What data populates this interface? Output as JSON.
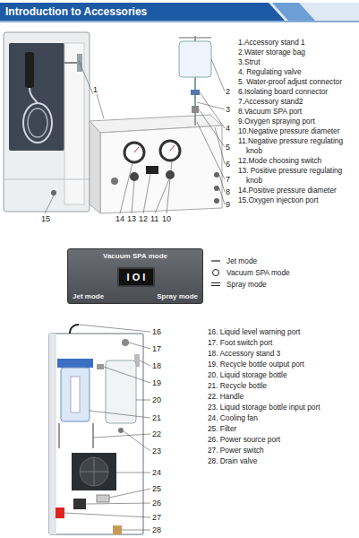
{
  "diagram": {
    "title": "Introduction to Accessories",
    "nodes": [
      {
        "text": [
          "Vacuum SPA mode",
          "Jet mode",
          "Spray mode"
        ]
      },
      {
        "text": [
          "I O I"
        ],
        "in": 0
      }
    ],
    "labels": [
      "1.Accessory stand 1",
      "2.Water storage bag",
      "3.Strut",
      "4. Regulating valve",
      "5. Water-proof adjust connector",
      "6.Isolating board connector",
      "7.Accessory stand2",
      "8.Vacuum SPA port",
      "9.Oxygen spraying port",
      "10.Negative pressure diameter",
      "11.Negative pressure regulating knob",
      "12.Mode choosing switch",
      "13. Positive pressure regulating knob",
      "14.Positive pressure diameter",
      "15.Oxygen injection port",
      "1",
      "2",
      "3",
      "4",
      "5",
      "6",
      "7",
      "8",
      "9",
      "15",
      "14",
      "13",
      "12",
      "11",
      "10",
      "16",
      "17",
      "18",
      "19",
      "20",
      "21",
      "22",
      "23",
      "24",
      "25",
      "26",
      "27",
      "28",
      "16. Liquid level warning port",
      "17. Foot switch port",
      "18. Accessory stand 3",
      "19. Recycle bottle output port",
      "20. Liquid storage bottle",
      "21. Recycle bottle",
      "22. Handle",
      "23. Liquid storage bottle input port",
      "24. Cooling fan",
      "25. Filter",
      "26. Power source port",
      "27. Power switch",
      "28. Drain valve"
    ],
    "legend": [
      {
        "text": "Jet mode"
      },
      {
        "text": "Vacuum SPA mode"
      },
      {
        "text": "Spray mode"
      }
    ]
  }
}
